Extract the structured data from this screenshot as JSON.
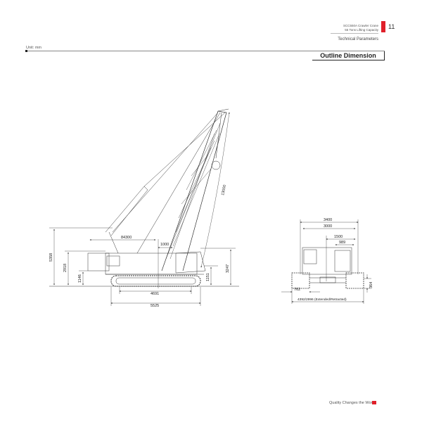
{
  "header": {
    "model": "SCC550A Crawler Crane",
    "capacity": "55 Tons Lifting Capacity",
    "section": "Technical Parameters",
    "page_number": "11"
  },
  "unit": "Unit: mm",
  "title": "Outline Dimension",
  "side_view": {
    "height_total": "5358",
    "height_body": "2918",
    "ground_clearance": "1146",
    "radius": "84300",
    "offset": "1000",
    "boom_length": "13000",
    "boom_pivot_height": "1151",
    "cab_height": "3247",
    "track_center": "4691",
    "track_length": "5525"
  },
  "rear_view": {
    "width_overall": "3400",
    "width_body": "3000",
    "half_width": "1500",
    "cab_width": "989",
    "track_shoe": "762",
    "track_gauge": "4392/2996 (Extended/Retracted)",
    "track_height": "364"
  },
  "footer": {
    "slogan": "Quality Changes the World"
  },
  "colors": {
    "accent": "#e0202a"
  }
}
